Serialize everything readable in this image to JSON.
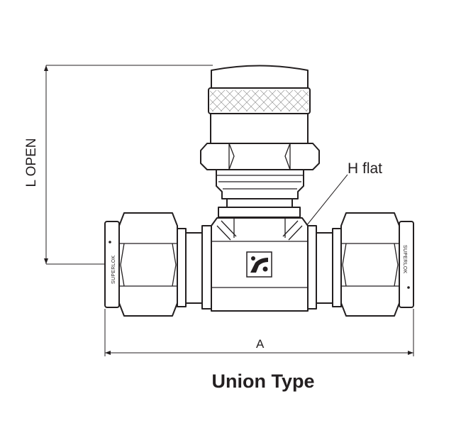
{
  "title": "Union Type",
  "dimensions": {
    "length_open": "L OPEN",
    "width": "A",
    "hex_flat": "H flat"
  },
  "brand_marks": [
    "SUPERLOK",
    "SUPERLOK"
  ],
  "colors": {
    "line": "#231f20",
    "background": "#ffffff"
  }
}
